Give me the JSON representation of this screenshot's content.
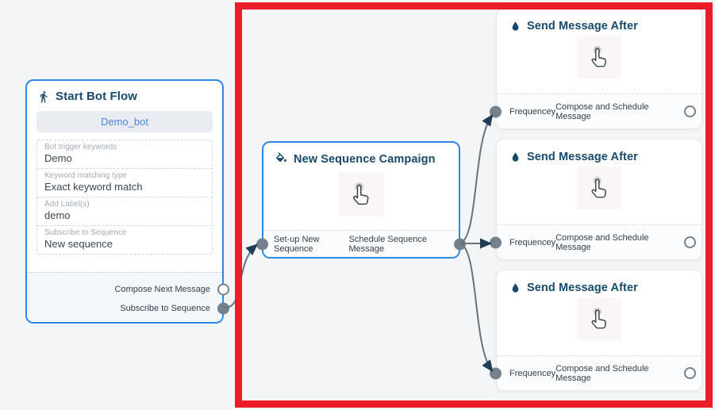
{
  "flow": {
    "start_node": {
      "title": "Start Bot Flow",
      "bot_name": "Demo_bot",
      "fields": [
        {
          "label": "Bot trigger keywords",
          "value": "Demo"
        },
        {
          "label": "Keyword matching type",
          "value": "Exact keyword match"
        },
        {
          "label": "Add Label(s)",
          "value": "demo"
        },
        {
          "label": "Subscribe to Sequence",
          "value": "New sequence"
        }
      ],
      "ports": [
        {
          "label": "Compose Next Message",
          "connected": false
        },
        {
          "label": "Subscribe to Sequence",
          "connected": true
        }
      ]
    },
    "sequence_node": {
      "title": "New Sequence Campaign",
      "input_port": "Set-up New Sequence",
      "output_port": "Schedule Sequence Message"
    },
    "message_nodes": [
      {
        "title": "Send Message After",
        "input_port": "Frequencey",
        "output_port": "Compose and Schedule Message"
      },
      {
        "title": "Send Message After",
        "input_port": "Frequencey",
        "output_port": "Compose and Schedule Message"
      },
      {
        "title": "Send Message After",
        "input_port": "Frequencey",
        "output_port": "Compose and Schedule Message"
      }
    ]
  },
  "icons": {
    "start": "walking-person-icon",
    "sequence": "ink-bucket-icon",
    "message": "water-drop-icon",
    "placeholder": "hand-cursor-icon"
  },
  "colors": {
    "highlight_red": "#ec1c28",
    "node_border_blue": "#2b87e8",
    "title_navy": "#174a6b",
    "connector_gray": "#66737f",
    "arrow_navy": "#1f3c58",
    "bot_name_blue": "#4a86d8",
    "canvas_bg": "#f4f5f7"
  }
}
